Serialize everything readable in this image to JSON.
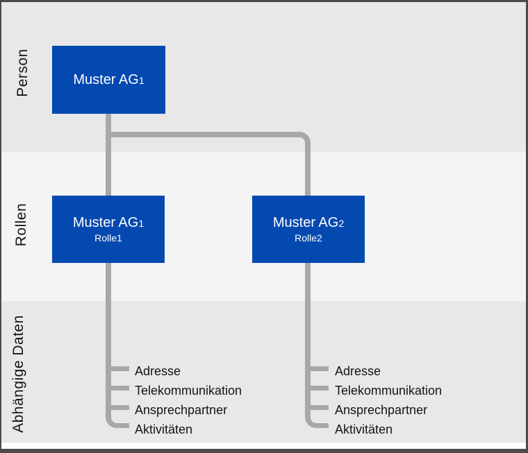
{
  "diagram": {
    "bands": {
      "person": "Person",
      "roles": "Rollen",
      "dependent": "Abhängige Daten"
    },
    "boxes": {
      "person": {
        "label": "Muster AG",
        "subscript": "1"
      },
      "role1": {
        "label": "Muster AG",
        "subscript": "1",
        "sublabel": "Rolle1"
      },
      "role2": {
        "label": "Muster AG",
        "subscript": "2",
        "sublabel": "Rolle2"
      }
    },
    "dependent_lists": {
      "left": [
        "Adresse",
        "Telekommunikation",
        "Ansprechpartner",
        "Aktivitäten"
      ],
      "right": [
        "Adresse",
        "Telekommunikation",
        "Ansprechpartner",
        "Aktivitäten"
      ]
    },
    "colors": {
      "box_blue": "#0449b0",
      "connector_gray": "#a8a8a8",
      "band_dark": "#e8e8e8",
      "band_light": "#f4f4f4",
      "frame": "#4a4a4a",
      "box_text": "#ffffff",
      "label_text": "#141414"
    }
  }
}
